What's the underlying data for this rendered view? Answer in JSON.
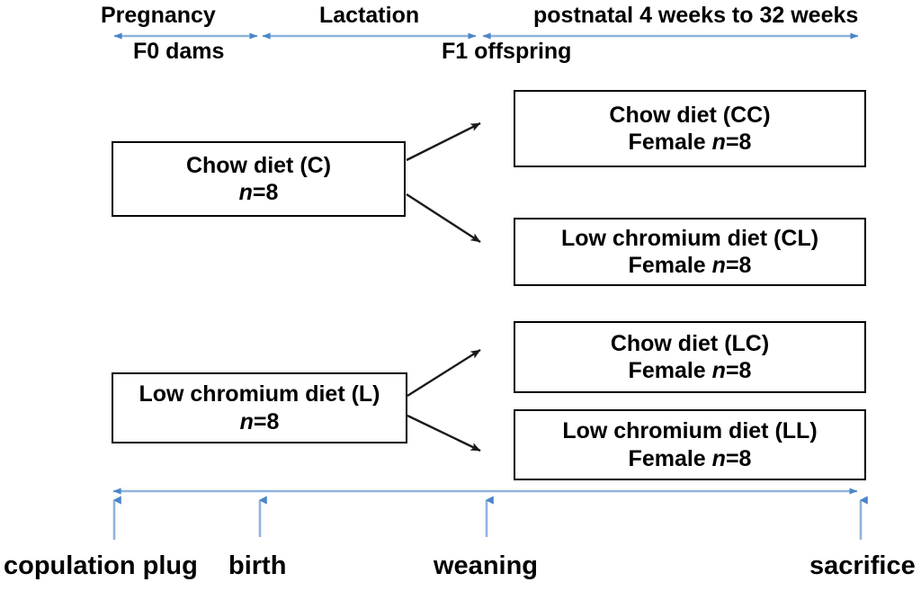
{
  "figure": {
    "type": "experimental-design-flow-diagram",
    "colors": {
      "arrow_blue_line": "#8FB4DC",
      "arrow_blue_head": "#4A86C8",
      "connector_black": "#1A1A1A",
      "box_border": "#000000",
      "text": "#000000",
      "background": "#FFFFFF"
    }
  },
  "timeline_top": {
    "phases": [
      {
        "label": "Pregnancy",
        "arrow": "double-headed"
      },
      {
        "label": "Lactation",
        "arrow": "double-headed"
      },
      {
        "label": "postnatal  4 weeks to 32 weeks",
        "arrow": "single-headed-right"
      }
    ],
    "generations": [
      {
        "label": "F0 dams"
      },
      {
        "label": "F1 offspring"
      }
    ]
  },
  "groups": {
    "f0": [
      {
        "id": "C",
        "line1": "Chow diet (C)",
        "n_prefix": "n",
        "n_value": "=8"
      },
      {
        "id": "L",
        "line1": "Low chromium  diet (L)",
        "n_prefix": "n",
        "n_value": "=8"
      }
    ],
    "f1": [
      {
        "id": "CC",
        "line1": "Chow diet (CC)",
        "sex": "Female ",
        "n_prefix": "n",
        "n_value": "=8"
      },
      {
        "id": "CL",
        "line1": "Low chromium  diet (CL)",
        "sex": "Female ",
        "n_prefix": "n",
        "n_value": "=8"
      },
      {
        "id": "LC",
        "line1": "Chow diet (LC)",
        "sex": "Female ",
        "n_prefix": "n",
        "n_value": "=8"
      },
      {
        "id": "LL",
        "line1": "Low chromium  diet (LL)",
        "sex": "Female ",
        "n_prefix": "n",
        "n_value": "=8"
      }
    ]
  },
  "timeline_bottom": {
    "events": [
      {
        "label": "copulation plug"
      },
      {
        "label": "birth"
      },
      {
        "label": "weaning"
      },
      {
        "label": "sacrifice"
      }
    ]
  }
}
